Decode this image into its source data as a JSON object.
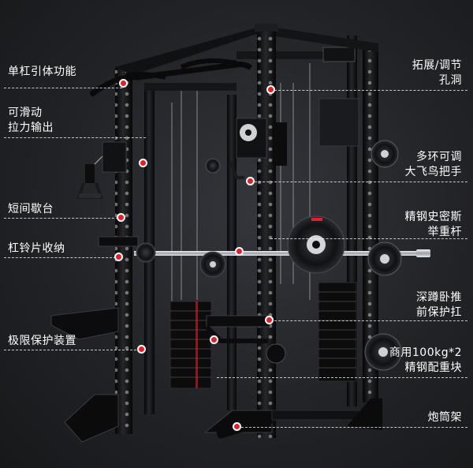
{
  "annotations": {
    "left": [
      {
        "id": "pullup",
        "lines": [
          "单杠引体功能"
        ]
      },
      {
        "id": "sliding",
        "lines": [
          "可滑动",
          "拉力输出"
        ]
      },
      {
        "id": "rest",
        "lines": [
          "短间歇台"
        ]
      },
      {
        "id": "storage",
        "lines": [
          "杠铃片收纳"
        ]
      },
      {
        "id": "safety",
        "lines": [
          "极限保护装置"
        ]
      }
    ],
    "right": [
      {
        "id": "holes",
        "lines": [
          "拓展/调节",
          "孔洞"
        ]
      },
      {
        "id": "multiring",
        "lines": [
          "多环可调",
          "大飞鸟把手"
        ]
      },
      {
        "id": "smith",
        "lines": [
          "精钢史密斯",
          "举重杆"
        ]
      },
      {
        "id": "squat",
        "lines": [
          "深蹲卧推",
          "前保护扛"
        ]
      },
      {
        "id": "weight",
        "lines": [
          "商用100kg*2",
          "精钢配重块"
        ]
      },
      {
        "id": "landmine",
        "lines": [
          "炮筒架"
        ]
      }
    ]
  },
  "colors": {
    "marker": "#e3202a",
    "frame": "#0d0d0e",
    "frame_edge": "#3c3d42",
    "chrome": "#c9ccd1"
  }
}
